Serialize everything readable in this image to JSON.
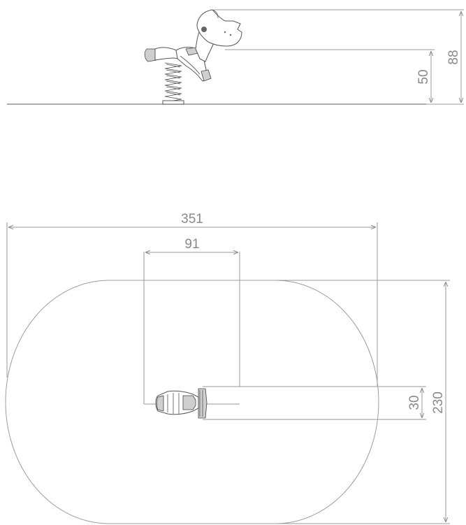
{
  "side_view": {
    "dim_total_height": "88",
    "dim_seat_height": "50"
  },
  "plan_view": {
    "dim_total_width": "351",
    "dim_item_width": "91",
    "dim_item_depth": "30",
    "dim_total_depth": "230"
  },
  "colors": {
    "dimension_line": "#9a9a9a",
    "dimension_text": "#8a8a8a",
    "outline": "#555555",
    "background": "#ffffff"
  }
}
